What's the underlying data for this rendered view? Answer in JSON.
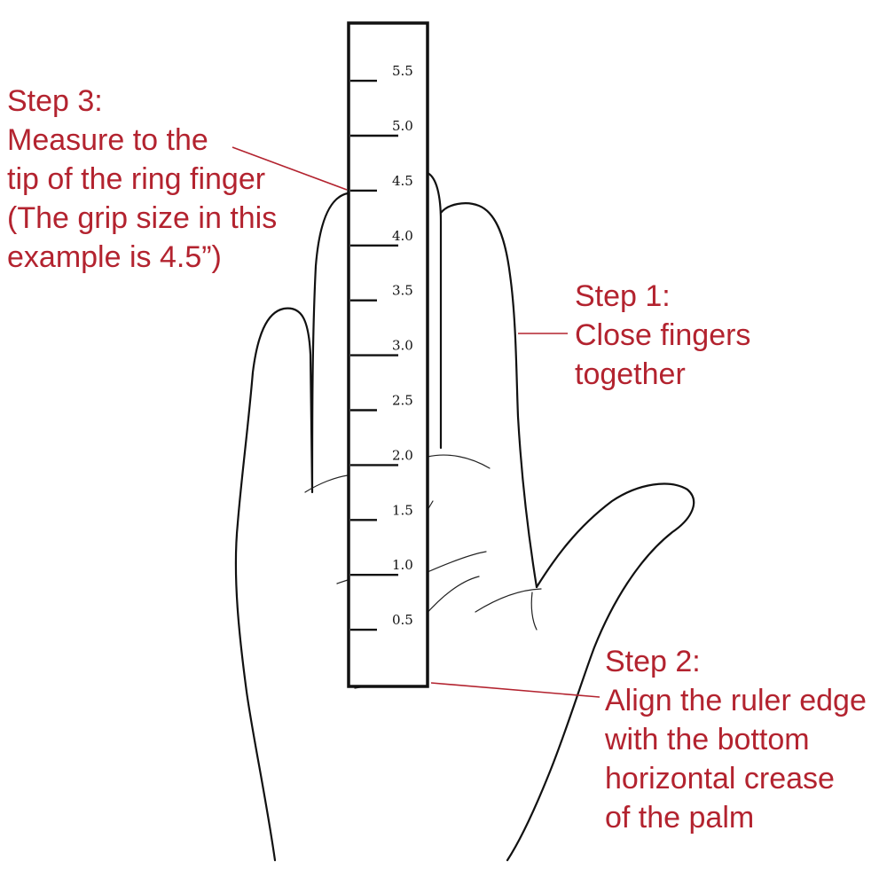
{
  "step3": {
    "title": "Step 3:",
    "lines": [
      "Measure to the",
      "tip of the ring finger",
      "(The grip size in this",
      "example is 4.5”)"
    ]
  },
  "step1": {
    "title": "Step 1:",
    "lines": [
      "Close fingers",
      "together"
    ]
  },
  "step2": {
    "title": "Step 2:",
    "lines": [
      "Align the ruler edge",
      "with the bottom",
      "horizontal crease",
      "of the palm"
    ]
  },
  "ruler": {
    "labels": [
      "5.5",
      "5.0",
      "4.5",
      "4.0",
      "3.5",
      "3.0",
      "2.5",
      "2.0",
      "1.5",
      "1.0",
      "0.5"
    ],
    "measured_grip_size": "4.5"
  },
  "colors": {
    "annotation": "#b3232f",
    "outline": "#111111",
    "background": "#ffffff"
  }
}
